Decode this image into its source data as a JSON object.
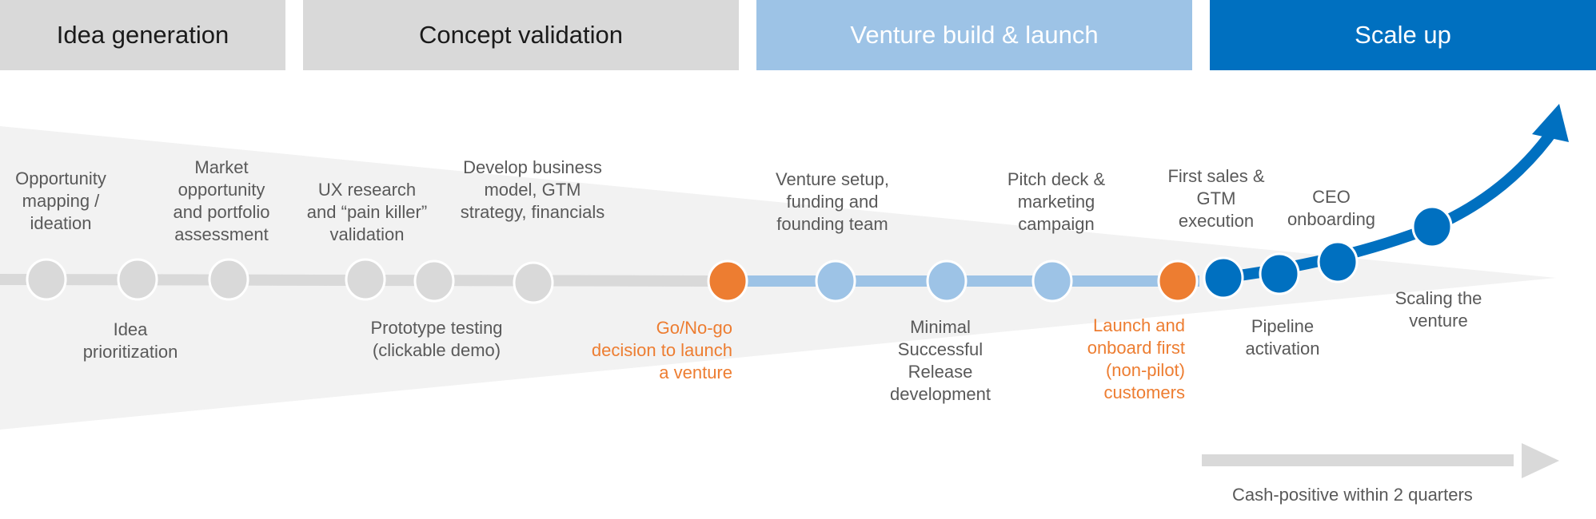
{
  "phases": [
    {
      "label": "Idea generation",
      "style": "gray"
    },
    {
      "label": "Concept validation",
      "style": "gray"
    },
    {
      "label": "Venture build & launch",
      "style": "light"
    },
    {
      "label": "Scale up",
      "style": "dark"
    }
  ],
  "colors": {
    "gray_node": "#d9d9d9",
    "light_blue": "#9dc3e6",
    "dark_blue": "#0070c0",
    "orange": "#ed7d31",
    "funnel": "#f2f2f2",
    "text": "#595959"
  },
  "milestones": {
    "above": [
      {
        "text": "Opportunity\nmapping /\nideation"
      },
      {
        "text": "Market\nopportunity\nand portfolio\nassessment"
      },
      {
        "text": "UX research\nand “pain killer”\nvalidation"
      },
      {
        "text": "Develop business\nmodel, GTM\nstrategy, financials"
      },
      {
        "text": "Venture setup,\nfunding and\nfounding team"
      },
      {
        "text": "Pitch deck &\nmarketing\ncampaign"
      },
      {
        "text": "First sales &\nGTM\nexecution"
      },
      {
        "text": "CEO\nonboarding"
      }
    ],
    "below": [
      {
        "text": "Idea\nprioritization"
      },
      {
        "text": "Prototype testing\n(clickable demo)"
      },
      {
        "text": "Go/No-go\ndecision to launch\na venture"
      },
      {
        "text": "Minimal\nSuccessful\nRelease\ndevelopment"
      },
      {
        "text": "Launch and\nonboard first\n(non-pilot)\ncustomers"
      },
      {
        "text": "Pipeline\nactivation"
      },
      {
        "text": "Scaling the\nventure"
      }
    ]
  },
  "cash_note": "Cash-positive within 2 quarters"
}
